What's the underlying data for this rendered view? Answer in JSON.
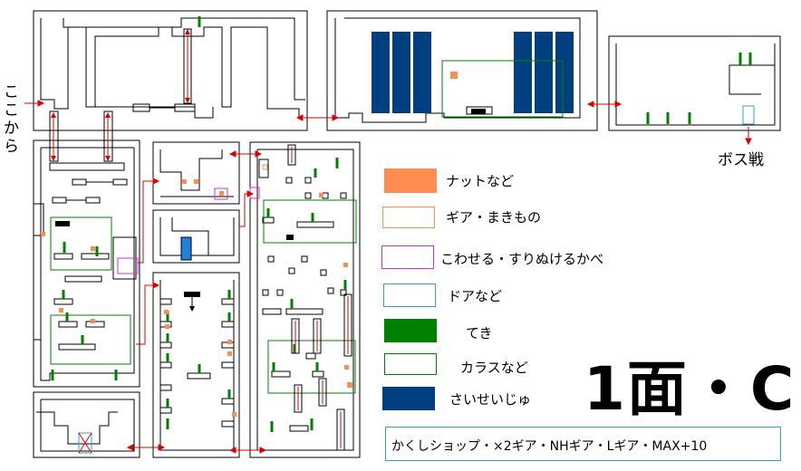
{
  "title": "1面・C",
  "start_label": "ここから",
  "boss_label": "ボス戦",
  "notes": "かくしショップ・×2ギア・NHギア・Lギア・MAX+10",
  "legend": [
    {
      "key": "nut",
      "label": "ナットなど",
      "fill": "#ff8c50",
      "stroke": "#ff8c50"
    },
    {
      "key": "gear",
      "label": "ギア・まきもの",
      "fill": "#ffffff",
      "stroke": "#ff8c50"
    },
    {
      "key": "breakable",
      "label": "こわせる・すりぬけるかべ",
      "fill": "#ffffff",
      "stroke": "#cc33cc"
    },
    {
      "key": "door",
      "label": "ドアなど",
      "fill": "#ffffff",
      "stroke": "#3aa0c0"
    },
    {
      "key": "enemy",
      "label": "てき",
      "fill": "#008000",
      "stroke": "#008000"
    },
    {
      "key": "crow",
      "label": "カラスなど",
      "fill": "#ffffff",
      "stroke": "#008000"
    },
    {
      "key": "regen",
      "label": "さいせいじゅ",
      "fill": "#004080",
      "stroke": "#004080"
    }
  ],
  "colors": {
    "wall": "#000000",
    "transition": "#dd0000",
    "nut": "#ff8c50",
    "enemy": "#008000",
    "regen": "#004080",
    "door": "#3aa0c0",
    "breakable": "#cc33cc"
  }
}
